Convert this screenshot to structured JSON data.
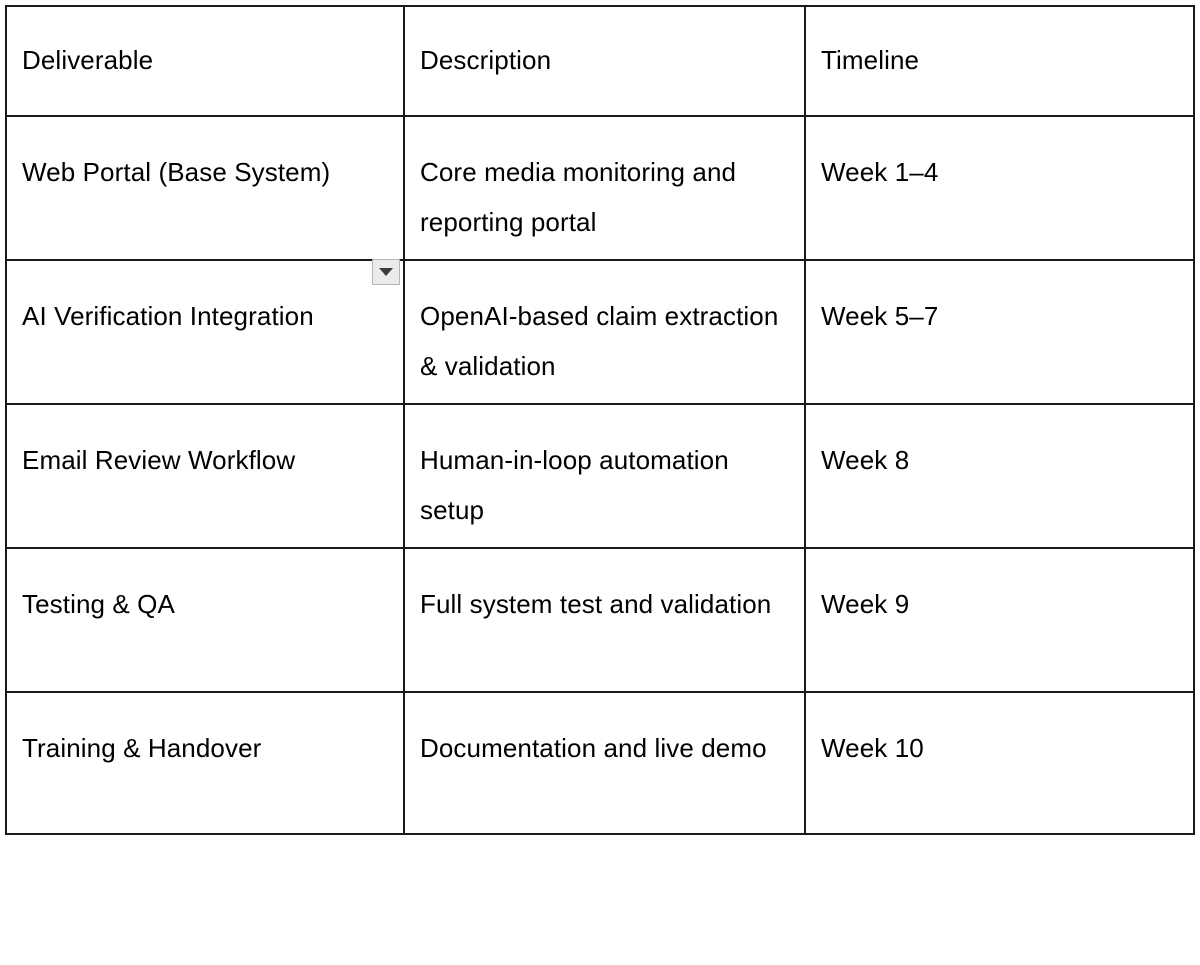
{
  "table": {
    "columns": [
      "Deliverable",
      "Description",
      "Timeline"
    ],
    "rows": [
      {
        "deliverable": "Web Portal (Base System)",
        "description": "Core media monitoring and reporting portal",
        "timeline": "Week 1–4"
      },
      {
        "deliverable": "AI Verification Integration",
        "description": "OpenAI-based claim extraction & validation",
        "timeline": "Week 5–7"
      },
      {
        "deliverable": "Email Review Workflow",
        "description": "Human-in-loop automation setup",
        "timeline": "Week 8"
      },
      {
        "deliverable": "Testing & QA",
        "description": "Full system test and validation",
        "timeline": "Week 9"
      },
      {
        "deliverable": "Training & Handover",
        "description": "Documentation and live demo",
        "timeline": "Week 10"
      }
    ]
  },
  "controls": {
    "dropdown": {
      "icon": "triangle-down-icon",
      "background_color": "#ebebeb",
      "border_color": "#b4b4b4",
      "glyph_color": "#3c3c3c"
    }
  },
  "style": {
    "border_color": "#1a1a1a",
    "text_color": "#000000",
    "background_color": "#ffffff"
  }
}
